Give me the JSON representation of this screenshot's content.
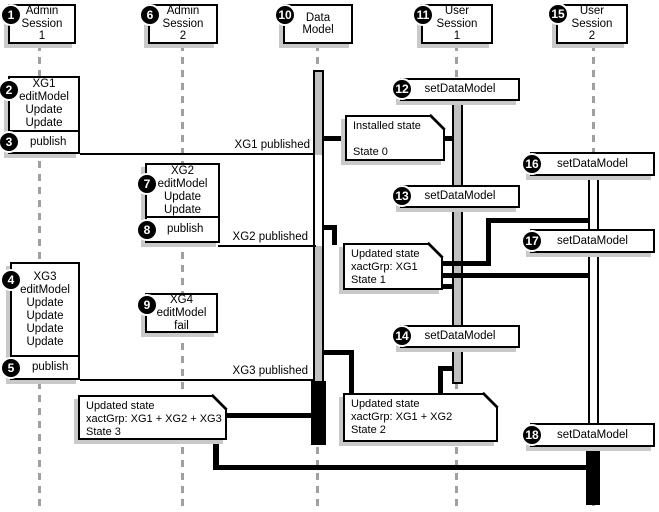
{
  "headers": [
    {
      "badge": "1",
      "label": "Admin\nSession\n1"
    },
    {
      "badge": "6",
      "label": "Admin\nSession\n2"
    },
    {
      "badge": "10",
      "label": "Data\nModel"
    },
    {
      "badge": "11",
      "label": "User\nSession\n1"
    },
    {
      "badge": "15",
      "label": "User\nSession\n2"
    }
  ],
  "calls": {
    "xg1_edit": {
      "badge": "2",
      "label": "XG1\neditModel\nUpdate\nUpdate"
    },
    "xg1_publish": {
      "badge": "3",
      "label": "publish"
    },
    "xg3_edit": {
      "badge": "4",
      "label": "XG3\neditModel\nUpdate\nUpdate\nUpdate\nUpdate"
    },
    "xg3_publish": {
      "badge": "5",
      "label": "publish"
    },
    "xg2_edit": {
      "badge": "7",
      "label": "XG2\neditModel\nUpdate\nUpdate"
    },
    "xg2_publish": {
      "badge": "8",
      "label": "publish"
    },
    "xg4_edit": {
      "badge": "9",
      "label": "XG4\neditModel\nfail"
    },
    "set12": {
      "badge": "12",
      "label": "setDataModel"
    },
    "set13": {
      "badge": "13",
      "label": "setDataModel"
    },
    "set14": {
      "badge": "14",
      "label": "setDataModel"
    },
    "set16": {
      "badge": "16",
      "label": "setDataModel"
    },
    "set17": {
      "badge": "17",
      "label": "setDataModel"
    },
    "set18": {
      "badge": "18",
      "label": "setDataModel"
    }
  },
  "messages": {
    "xg1": "XG1 published",
    "xg2": "XG2 published",
    "xg3": "XG3 published"
  },
  "notes": {
    "state0": "Installed state\n\nState 0",
    "state1": "Updated state\nxactGrp: XG1\nState 1",
    "state2": "Updated state\nxactGrp: XG1 + XG2\nState 2",
    "state3": "Updated state\nxactGrp: XG1 + XG2 + XG3\nState 3"
  },
  "colors": {
    "bar-gray": "#c0c0c0",
    "lifeline-gray": "#a0a0a0",
    "shadow-gray": "#c9c9c9",
    "line-black": "#000000"
  }
}
